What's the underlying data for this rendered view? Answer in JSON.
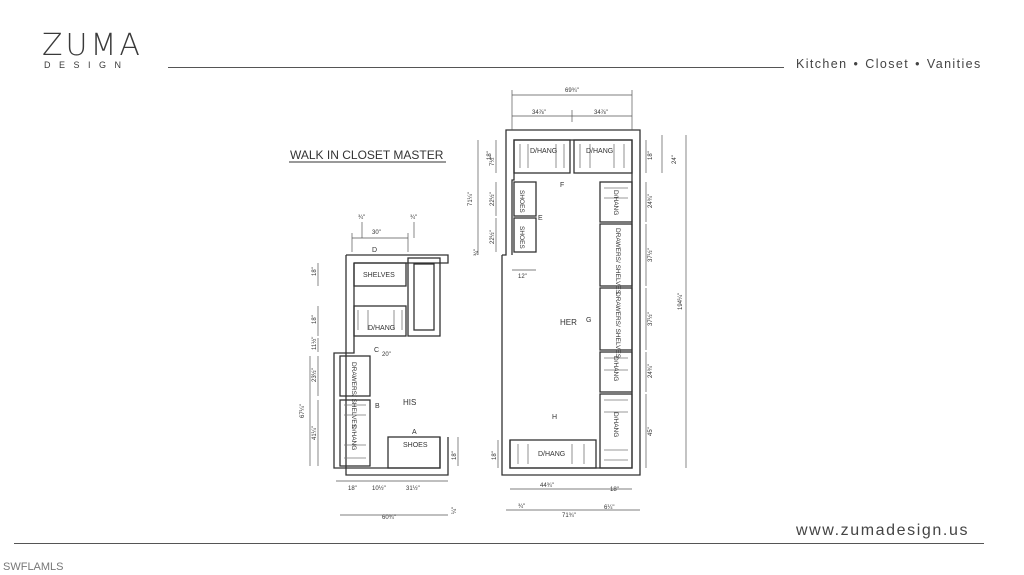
{
  "brand": {
    "logo_main": "ZUMA",
    "logo_sub": "DESIGN",
    "tagline": [
      "Kitchen",
      "Closet",
      "Vanities"
    ],
    "tagline_separator": "•",
    "website": "www.zumadesign.us"
  },
  "watermark": "SWFLAMLS",
  "plan": {
    "title": "WALK IN CLOSET MASTER",
    "rooms": [
      "HIS",
      "HER"
    ],
    "section_letters": [
      "A",
      "B",
      "C",
      "D",
      "E",
      "F",
      "G",
      "H"
    ],
    "units": {
      "shelves": "SHELVES",
      "dhang": "D/HANG",
      "shoes": "SHOES",
      "drawers_shelves": "DRAWERS/ SHELVES"
    },
    "dimensions": {
      "d30": "30\"",
      "d18": "18\"",
      "d20": "20\"",
      "d12": "12\"",
      "d45": "45\"",
      "d3_4": "¾\"",
      "d1_4": "¼\"",
      "d11_2": "11½\"",
      "d23_2": "23½\"",
      "d67_4": "67¼\"",
      "d41_4": "41¼\"",
      "d10_2": "10½\"",
      "d31_2": "31½\"",
      "d60_4": "60¾\"",
      "d69_4": "69¾\"",
      "d34_8": "34⅞\"",
      "d72": "7½\"",
      "d71_4": "71¼\"",
      "d22_2": "22½\"",
      "d24": "24\"",
      "d24_4": "24¾\"",
      "d37_2": "37½\"",
      "d194": "194¼\"",
      "d44_4": "44¾\"",
      "d71_4b": "71¾\"",
      "d6": "6¼\""
    }
  }
}
